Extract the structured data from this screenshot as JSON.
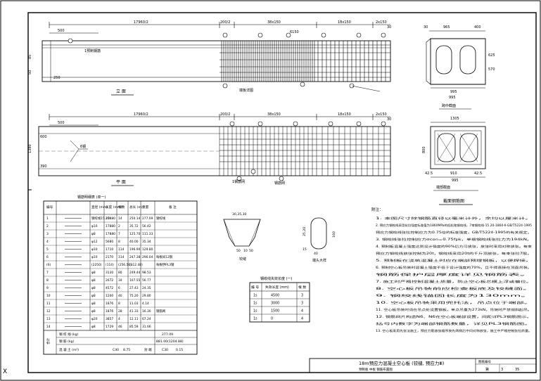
{
  "elevation": {
    "top_dim_left": "17960/2",
    "top_dim_mid": "200/2",
    "top_dim_a": "38x150",
    "top_dim_b": "18x150",
    "top_dim_c": "2x150",
    "top_dim_end": "30",
    "dim_500": "500",
    "dim_250": "250",
    "left_v1": "85",
    "left_v2": "50",
    "label_tag": "6150",
    "caption": "立 面",
    "note_a": "1预制钢筋",
    "note_b": "端板详图"
  },
  "plan": {
    "top_dim_left": "17960/2",
    "top_dim_mid": "200/2",
    "top_dim_a": "38x150",
    "top_dim_b": "18x150",
    "top_dim_c": "2x150",
    "top_dim_end": "30",
    "dim_500": "500",
    "left_v1": "1380",
    "left_v2": "600",
    "left_v3": "390",
    "label_diag": "6钢",
    "caption": "平 面",
    "note_a": "1钢筋网",
    "note_b": "钢筋网"
  },
  "section": {
    "dim_995_top": "995",
    "dim_30": "30",
    "dim_965": "965",
    "dim_400": "400",
    "dim_995_bot": "995",
    "dim_625": "625",
    "dim_570": "570",
    "dim_1305": "1305",
    "dim_800": "800",
    "dim_425a": "42.5",
    "dim_425b": "42.5",
    "dim_910": "910",
    "dim_995_low": "995",
    "title_top": "跨中截面",
    "title_bot": "端部截面",
    "caption": "截面钢筋图"
  },
  "rebar_table": {
    "title": "钢筋明细表 (单一)",
    "headers": [
      "编号",
      "",
      "直径 (mm)",
      "长度 (mm)",
      "根数",
      "总长 (m)",
      "重量",
      "备 注"
    ],
    "rows": [
      [
        "1",
        "",
        "钢绞线15.20",
        "17880",
        "14",
        "250.14",
        "277.09",
        "钢绞线"
      ],
      [
        "2",
        "",
        "φ10",
        "17880",
        "2",
        "35.72",
        "56.42",
        ""
      ],
      [
        "3",
        "",
        "φ8",
        "17880",
        "7",
        "125.70",
        "111.33",
        ""
      ],
      [
        "4",
        "",
        "φ12",
        "5680",
        "8",
        "40.00",
        "35.34",
        ""
      ],
      [
        "5",
        "",
        "φ10",
        "1710",
        "114",
        "196.90",
        "129.80",
        ""
      ],
      [
        "6",
        "",
        "φ10",
        "2170",
        "114",
        "247.38",
        "296.04",
        "每根间12钢"
      ],
      [
        "(6)",
        "",
        "(2250)",
        "(114)",
        "(256.50)",
        "(312.48)",
        "",
        "每根伊PL3钢"
      ],
      [
        "7",
        "",
        "φ8",
        "3130",
        "80",
        "249.44",
        "98.53",
        ""
      ],
      [
        "8",
        "",
        "φ8",
        "2672",
        "34",
        "107.55",
        "56.77",
        ""
      ],
      [
        "9",
        "",
        "φ8",
        "4572",
        "6",
        "27.43",
        "24.35",
        ""
      ],
      [
        "10",
        "",
        "φ8",
        "1200",
        "40",
        "75.20",
        "29.80",
        ""
      ],
      [
        "11",
        "",
        "φ8",
        "1876",
        "8",
        "11.03",
        "4.14",
        ""
      ],
      [
        "12",
        "",
        "φ8",
        "1876",
        "28",
        "41.33",
        "16.30",
        "钢筋网"
      ],
      [
        "13",
        "",
        "φ20",
        "3857",
        "4",
        "12.11",
        "67.24",
        ""
      ],
      [
        "14",
        "",
        "φ8",
        "1729",
        "46",
        "85.59",
        "31.66",
        ""
      ]
    ],
    "foot_1_left": "钢 绞 线 (kg)",
    "foot_1_right": "277.09",
    "foot_2_left": "钢 筋 (kg)",
    "foot_2_right": "881.00(1204.88)",
    "foot_3_left": "混 凝 土 (m³)",
    "foot_3_a": "C40",
    "foot_3_b": "8.75",
    "foot_3_c": "封 端",
    "foot_3_d": "C30",
    "foot_3_e": "0.15",
    "side_label": "合计"
  },
  "detail": {
    "a_dims": "30,35,30",
    "a_bottom_1": "50",
    "a_bottom_2": "10",
    "a_bottom_3": "50",
    "a_caption": "铰缝",
    "b_dims_1": "25,20",
    "b_dims_2": "15",
    "b_dim_40": "40",
    "b_dim_right": "160",
    "b_caption": "端头大样"
  },
  "small_table": {
    "title": "钢绞线失效长度 (一)",
    "headers": [
      "编 号",
      "失效长度 (mm)",
      "根 数"
    ],
    "rows": [
      [
        "1s",
        "4500",
        "3"
      ],
      [
        "1s",
        "3000",
        "3"
      ],
      [
        "1s",
        "1500",
        "4"
      ],
      [
        "1s",
        "0",
        "4"
      ]
    ]
  },
  "notes": {
    "title": "附注：",
    "lines": [
      "1. 本图尺寸除钢筋直径以毫米计外，余均以厘米计。",
      "2. 预应力钢绞线采用抗拉强度标准值为1860MPa的低松弛钢绞线，7束钢绞线-15.20-1860-Ⅱ-GB/T5224-1995",
      "   预应力钢绞线张拉控制应力为0.75倍的标准强度，GB/T5224-1995的有关规定。",
      "3. 钢绞线张拉控制应力σcon=0.75fpk，单根钢绞线张拉力为194kN。",
      "4. 预制板混凝土强度达到设计强度的90%后方可放张，放张时采用对称放张。每束",
      "   预应力钢绞线放张控制为20t，钢绞线采用20t的千斤顶放张，每束张拉7股。",
      "5. 预制板在浇筑混凝土时应在端部预埋钢板，以便焊接。",
      "6. 预制空心板吊装时混凝土强度不低于设计强度的70%，且不得直接在顶面吊装。",
      "   钢筋保护层厚度详见钢筋表。",
      "7. 施工时严格控制混凝土质量，防止空心板芯模上浮或偏位。",
      "8. 空心板吊装前应检查板底及铰缝面。",
      "9. 钢绞线锚固长度为130mm。",
      "10. 空心板吊装采用兜托法，吊点位于端部。",
      "11. 空心板吊装时须在吊点处设置钢板，单点吊重为273kN，吊装时严禁倾斜起吊。",
      "12. 钢筋网片构造N6、N6在空心板端部设置，间距详PL3钢筋图示。",
      "    括号内数字为端部钢筋数量，详见PL3钢筋图。",
      "13. 空心板采用先张法施工，预应力筋放张顺序按先两侧后中间对称放张，施工中严格控制张拉质量。"
    ]
  },
  "title_block": {
    "main_title": "18m预应力混凝土空心板 (铰缝, 预应力Ⅲ)",
    "sub_title": "预制板 中板 钢筋布置图",
    "right_label": "图纸编号",
    "page_label": "第",
    "page_no": "3",
    "page_total": "35"
  },
  "corner_mark": "X"
}
